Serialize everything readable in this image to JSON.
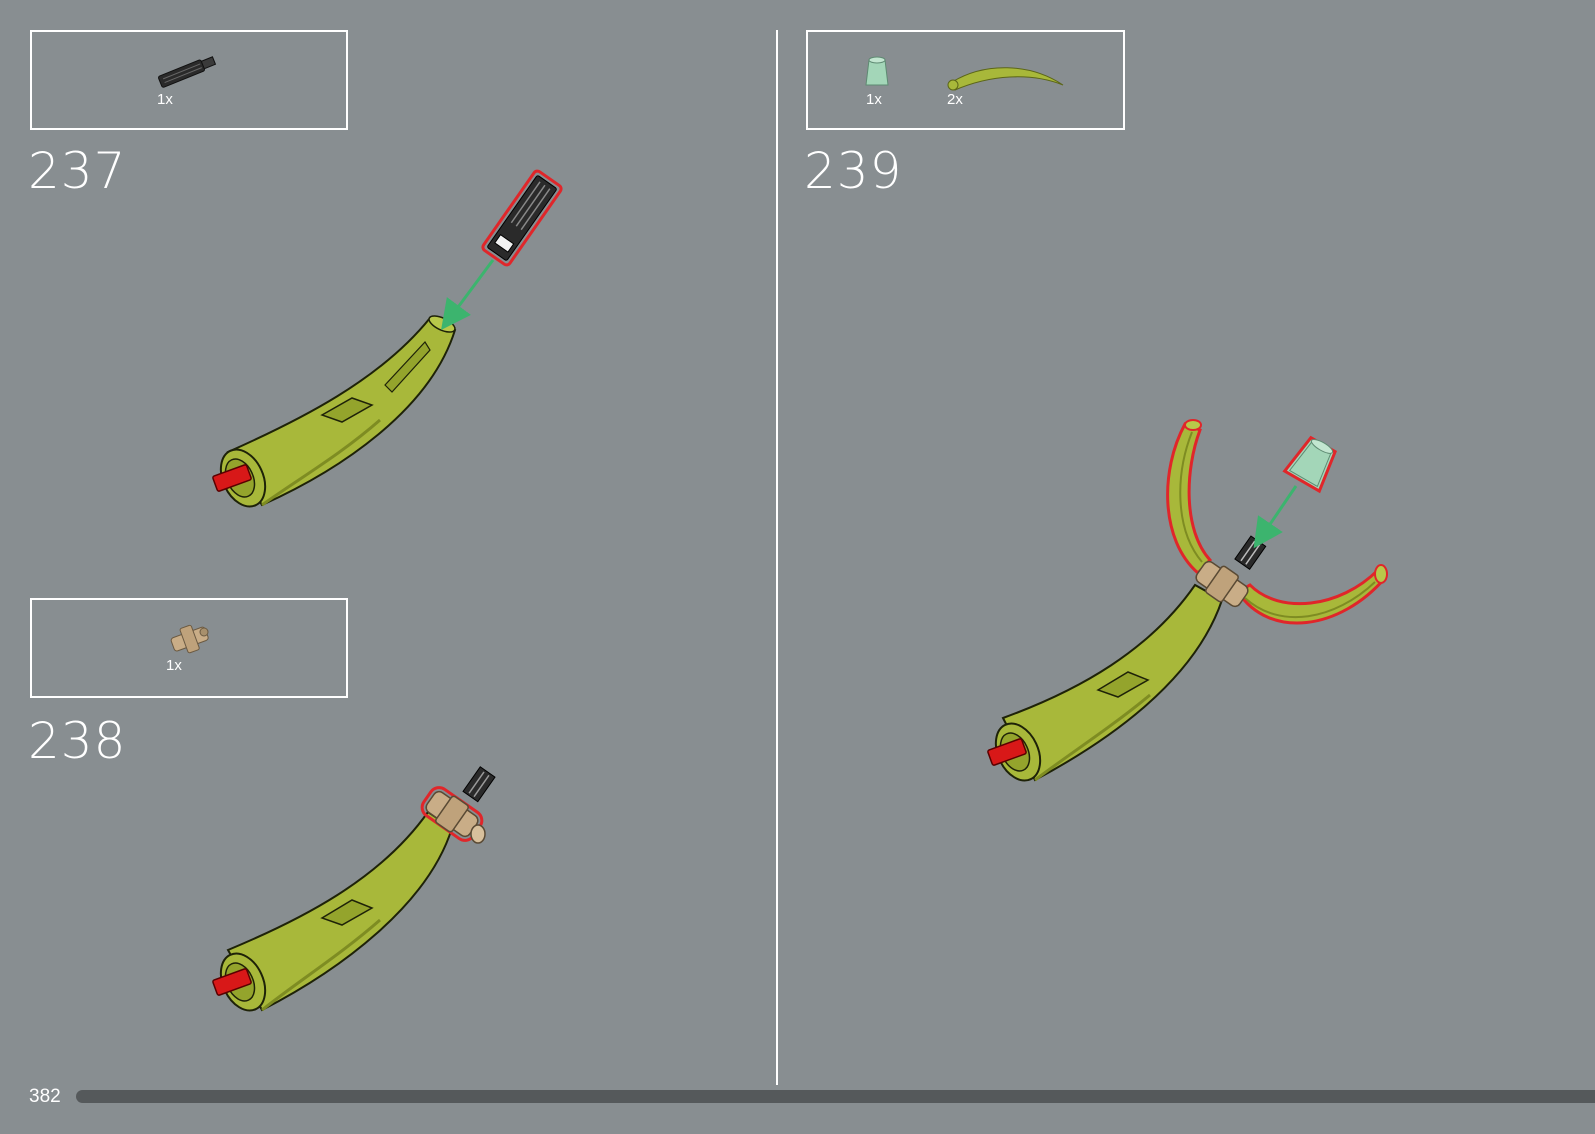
{
  "page": {
    "page_number": "382"
  },
  "steps": [
    {
      "number": "237",
      "parts": [
        {
          "qty": "1x",
          "part": "black-axle-connector"
        }
      ]
    },
    {
      "number": "238",
      "parts": [
        {
          "qty": "1x",
          "part": "tan-axle-pin-connector"
        }
      ]
    },
    {
      "number": "239",
      "parts": [
        {
          "qty": "1x",
          "part": "sand-green-cone"
        },
        {
          "qty": "2x",
          "part": "lime-curved-horn"
        }
      ]
    }
  ],
  "colors": {
    "background": "#888e91",
    "lime": "#a8b83a",
    "lime_dark": "#7e8c22",
    "highlight": "#e0262a",
    "arrow": "#3cb46e",
    "tan": "#c9ad87",
    "sand_green": "#a3d6b8",
    "black_part": "#2a2a2a",
    "red_axle": "#d81818",
    "progress": "#55595b"
  }
}
